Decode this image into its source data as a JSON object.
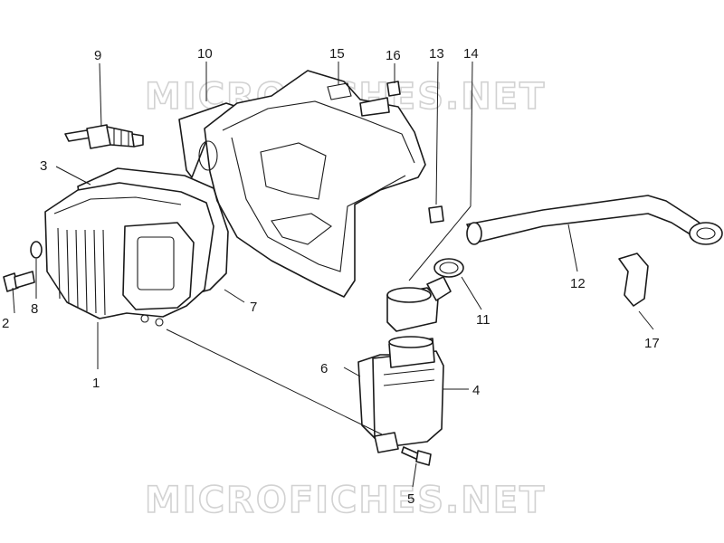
{
  "watermark": {
    "text": "MICROFICHES.NET",
    "color": "#d2d2d2"
  },
  "callouts": [
    {
      "id": "1",
      "label": "1"
    },
    {
      "id": "2",
      "label": "2"
    },
    {
      "id": "3",
      "label": "3"
    },
    {
      "id": "4",
      "label": "4"
    },
    {
      "id": "5",
      "label": "5"
    },
    {
      "id": "6",
      "label": "6"
    },
    {
      "id": "7",
      "label": "7"
    },
    {
      "id": "8",
      "label": "8"
    },
    {
      "id": "9",
      "label": "9"
    },
    {
      "id": "10",
      "label": "10"
    },
    {
      "id": "11",
      "label": "11"
    },
    {
      "id": "12",
      "label": "12"
    },
    {
      "id": "13",
      "label": "13"
    },
    {
      "id": "14",
      "label": "14"
    },
    {
      "id": "15",
      "label": "15"
    },
    {
      "id": "16",
      "label": "16"
    },
    {
      "id": "17",
      "label": "17"
    }
  ],
  "colors": {
    "line": "#1a1a1a",
    "background": "#ffffff"
  }
}
